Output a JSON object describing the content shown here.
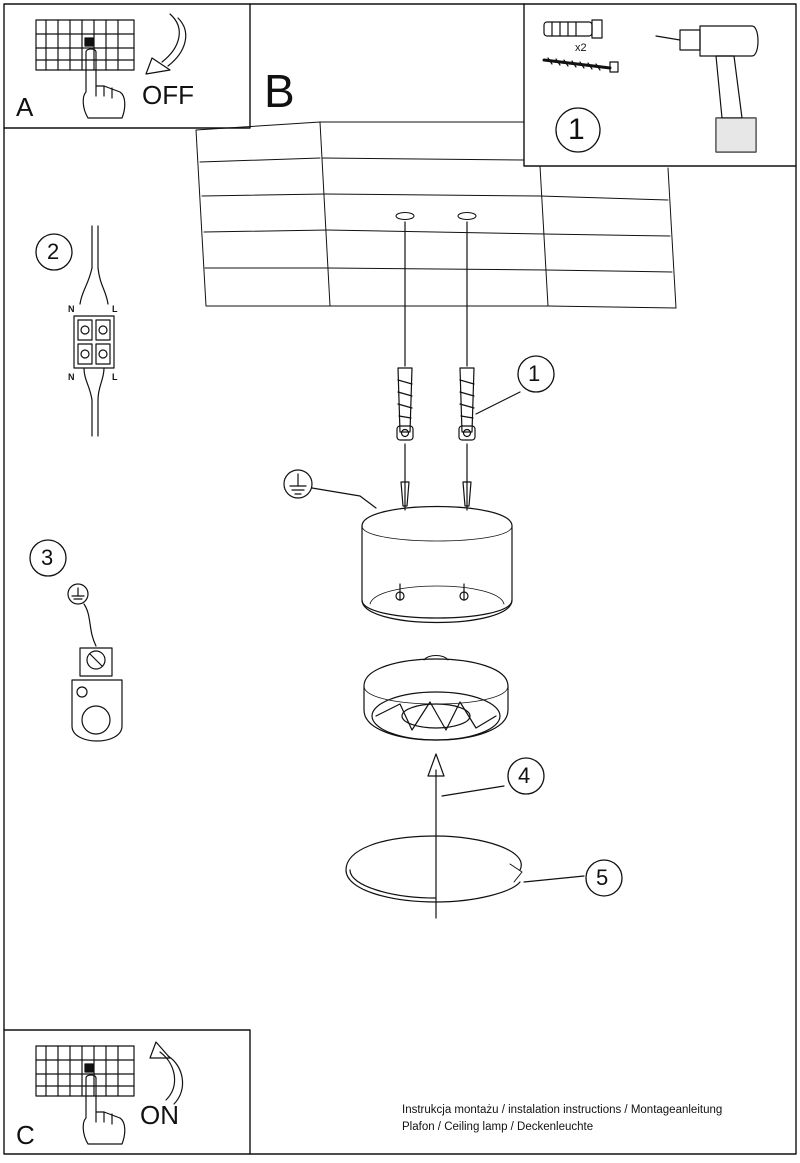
{
  "panels": {
    "a": {
      "letter": "A",
      "action": "OFF"
    },
    "b": {
      "letter": "B"
    },
    "c": {
      "letter": "C",
      "action": "ON"
    }
  },
  "kit": {
    "quantity": "x2",
    "step": "1"
  },
  "steps": {
    "s1": "1",
    "s2": "2",
    "s3": "3",
    "s4": "4",
    "s5": "5"
  },
  "connector": {
    "n_top": "N",
    "l_top": "L",
    "n_bottom": "N",
    "l_bottom": "L"
  },
  "caption": {
    "line1": "Instrukcja montażu / instalation instructions / Montageanleitung",
    "line2": "Plafon / Ceiling lamp / Deckenleuchte"
  }
}
